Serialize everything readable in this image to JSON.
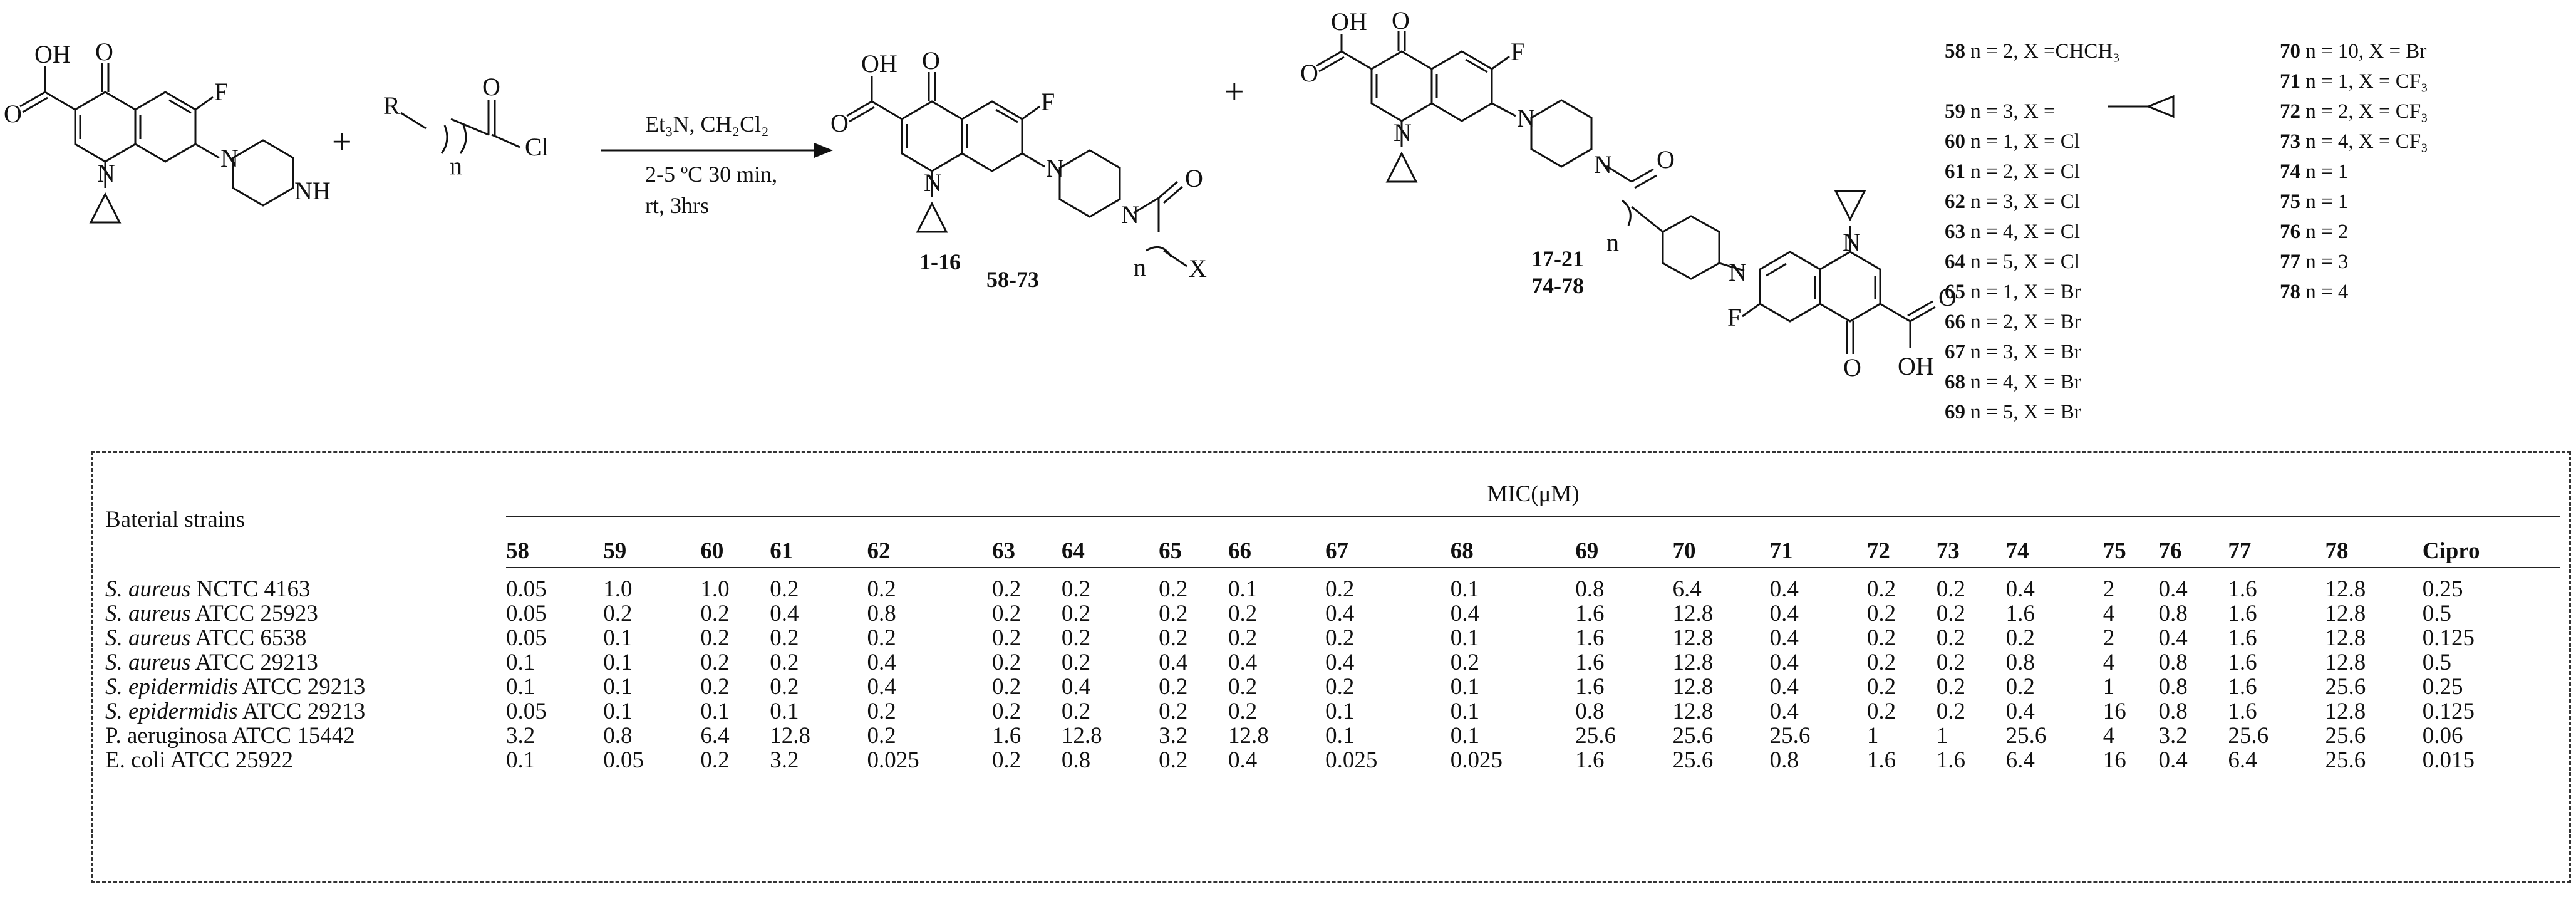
{
  "reaction": {
    "reagents_line1": "Et₃N, CH₂Cl₂",
    "conditions_line1": "2-5 ºC 30 min,",
    "conditions_line2": "rt, 3hrs",
    "product1_ids": [
      "1-16",
      "58-73"
    ],
    "product2_ids": [
      "17-21",
      "74-78"
    ]
  },
  "legend_col1": [
    {
      "num": "58",
      "text": "n = 2, X =CHCH₃"
    },
    {
      "num": "59",
      "text": "n = 3, X = "
    },
    {
      "num": "60",
      "text": "n = 1, X = Cl"
    },
    {
      "num": "61",
      "text": "n = 2, X = Cl"
    },
    {
      "num": "62",
      "text": "n = 3, X = Cl"
    },
    {
      "num": "63",
      "text": "n = 4, X = Cl"
    },
    {
      "num": "64",
      "text": "n = 5, X = Cl"
    },
    {
      "num": "65",
      "text": "n = 1, X = Br"
    },
    {
      "num": "66",
      "text": "n = 2, X = Br"
    },
    {
      "num": "67",
      "text": "n = 3, X = Br"
    },
    {
      "num": "68",
      "text": "n = 4, X = Br"
    },
    {
      "num": "69",
      "text": "n = 5, X = Br"
    }
  ],
  "legend_col2": [
    {
      "num": "70",
      "text": "n = 10, X = Br"
    },
    {
      "num": "71",
      "text": "n = 1, X = CF₃"
    },
    {
      "num": "72",
      "text": "n = 2, X = CF₃"
    },
    {
      "num": "73",
      "text": "n = 4, X = CF₃"
    },
    {
      "num": "74",
      "text": "n = 1"
    },
    {
      "num": "75",
      "text": "n = 1"
    },
    {
      "num": "76",
      "text": "n = 2"
    },
    {
      "num": "77",
      "text": "n = 3"
    },
    {
      "num": "78",
      "text": "n = 4"
    }
  ],
  "table": {
    "strain_header": "Baterial strains",
    "mic_header": "MIC(μM)",
    "columns": [
      "58",
      "59",
      "60",
      "61",
      "62",
      "63",
      "64",
      "65",
      "66",
      "67",
      "68",
      "69",
      "70",
      "71",
      "72",
      "73",
      "74",
      "75",
      "76",
      "77",
      "78",
      "Cipro"
    ],
    "rows": [
      {
        "species": "S. aureus",
        "strain": "NCTC 4163",
        "italic": true,
        "values": [
          "0.05",
          "1.0",
          "1.0",
          "0.2",
          "0.2",
          "0.2",
          "0.2",
          "0.2",
          "0.1",
          "0.2",
          "0.1",
          "0.8",
          "6.4",
          "0.4",
          "0.2",
          "0.2",
          "0.4",
          "2",
          "0.4",
          "1.6",
          "12.8",
          "0.25"
        ]
      },
      {
        "species": "S. aureus",
        "strain": "ATCC 25923",
        "italic": true,
        "values": [
          "0.05",
          "0.2",
          "0.2",
          "0.4",
          "0.8",
          "0.2",
          "0.2",
          "0.2",
          "0.2",
          "0.4",
          "0.4",
          "1.6",
          "12.8",
          "0.4",
          "0.2",
          "0.2",
          "1.6",
          "4",
          "0.8",
          "1.6",
          "12.8",
          "0.5"
        ]
      },
      {
        "species": "S. aureus",
        "strain": "ATCC 6538",
        "italic": true,
        "values": [
          "0.05",
          "0.1",
          "0.2",
          "0.2",
          "0.2",
          "0.2",
          "0.2",
          "0.2",
          "0.2",
          "0.2",
          "0.1",
          "1.6",
          "12.8",
          "0.4",
          "0.2",
          "0.2",
          "0.2",
          "2",
          "0.4",
          "1.6",
          "12.8",
          "0.125"
        ]
      },
      {
        "species": "S. aureus",
        "strain": "ATCC 29213",
        "italic": true,
        "values": [
          "0.1",
          "0.1",
          "0.2",
          "0.2",
          "0.4",
          "0.2",
          "0.2",
          "0.4",
          "0.4",
          "0.4",
          "0.2",
          "1.6",
          "12.8",
          "0.4",
          "0.2",
          "0.2",
          "0.8",
          "4",
          "0.8",
          "1.6",
          "12.8",
          "0.5"
        ]
      },
      {
        "species": "S. epidermidis",
        "strain": "ATCC 29213",
        "italic": true,
        "values": [
          "0.1",
          "0.1",
          "0.2",
          "0.2",
          "0.4",
          "0.2",
          "0.4",
          "0.2",
          "0.2",
          "0.2",
          "0.1",
          "1.6",
          "12.8",
          "0.4",
          "0.2",
          "0.2",
          "0.2",
          "1",
          "0.8",
          "1.6",
          "25.6",
          "0.25"
        ]
      },
      {
        "species": "S. epidermidis",
        "strain": "ATCC 29213",
        "italic": true,
        "values": [
          "0.05",
          "0.1",
          "0.1",
          "0.1",
          "0.2",
          "0.2",
          "0.2",
          "0.2",
          "0.2",
          "0.1",
          "0.1",
          "0.8",
          "12.8",
          "0.4",
          "0.2",
          "0.2",
          "0.4",
          "16",
          "0.8",
          "1.6",
          "12.8",
          "0.125"
        ]
      },
      {
        "species": "P. aeruginosa",
        "strain": "ATCC 15442",
        "italic": false,
        "values": [
          "3.2",
          "0.8",
          "6.4",
          "12.8",
          "0.2",
          "1.6",
          "12.8",
          "3.2",
          "12.8",
          "0.1",
          "0.1",
          "25.6",
          "25.6",
          "25.6",
          "1",
          "1",
          "25.6",
          "4",
          "3.2",
          "25.6",
          "25.6",
          "0.06"
        ]
      },
      {
        "species": "E. coli",
        "strain": "ATCC 25922",
        "italic": false,
        "values": [
          "0.1",
          "0.05",
          "0.2",
          "3.2",
          "0.025",
          "0.2",
          "0.8",
          "0.2",
          "0.4",
          "0.025",
          "0.025",
          "1.6",
          "25.6",
          "0.8",
          "1.6",
          "1.6",
          "6.4",
          "16",
          "0.4",
          "6.4",
          "25.6",
          "0.015"
        ]
      }
    ]
  }
}
